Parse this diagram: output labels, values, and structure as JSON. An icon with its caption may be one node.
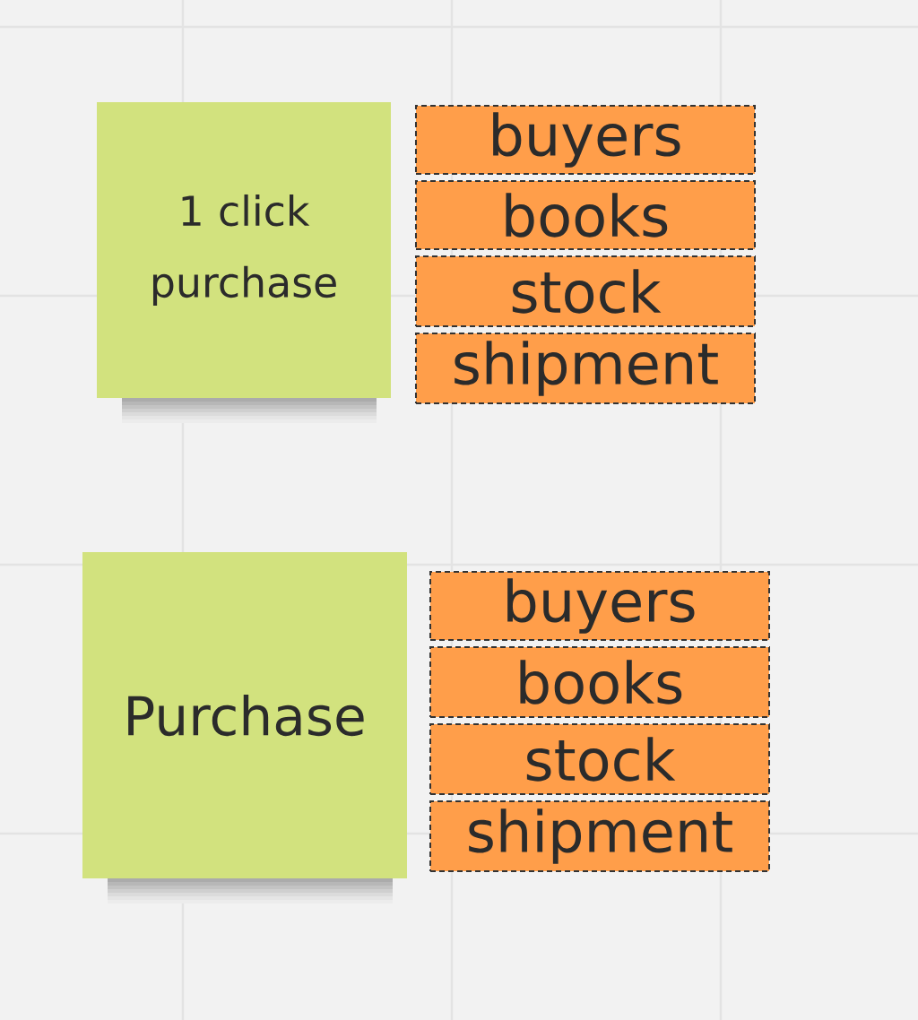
{
  "diagram": {
    "nodes": [
      {
        "text": [
          "1 click purchase"
        ]
      },
      {
        "text": [
          "buyers"
        ]
      },
      {
        "text": [
          "books"
        ]
      },
      {
        "text": [
          "stock"
        ]
      },
      {
        "text": [
          "shipment"
        ]
      },
      {
        "text": [
          "Purchase"
        ]
      },
      {
        "text": [
          "buyers"
        ]
      },
      {
        "text": [
          "books"
        ]
      },
      {
        "text": [
          "stock"
        ]
      },
      {
        "text": [
          "shipment"
        ]
      }
    ]
  }
}
